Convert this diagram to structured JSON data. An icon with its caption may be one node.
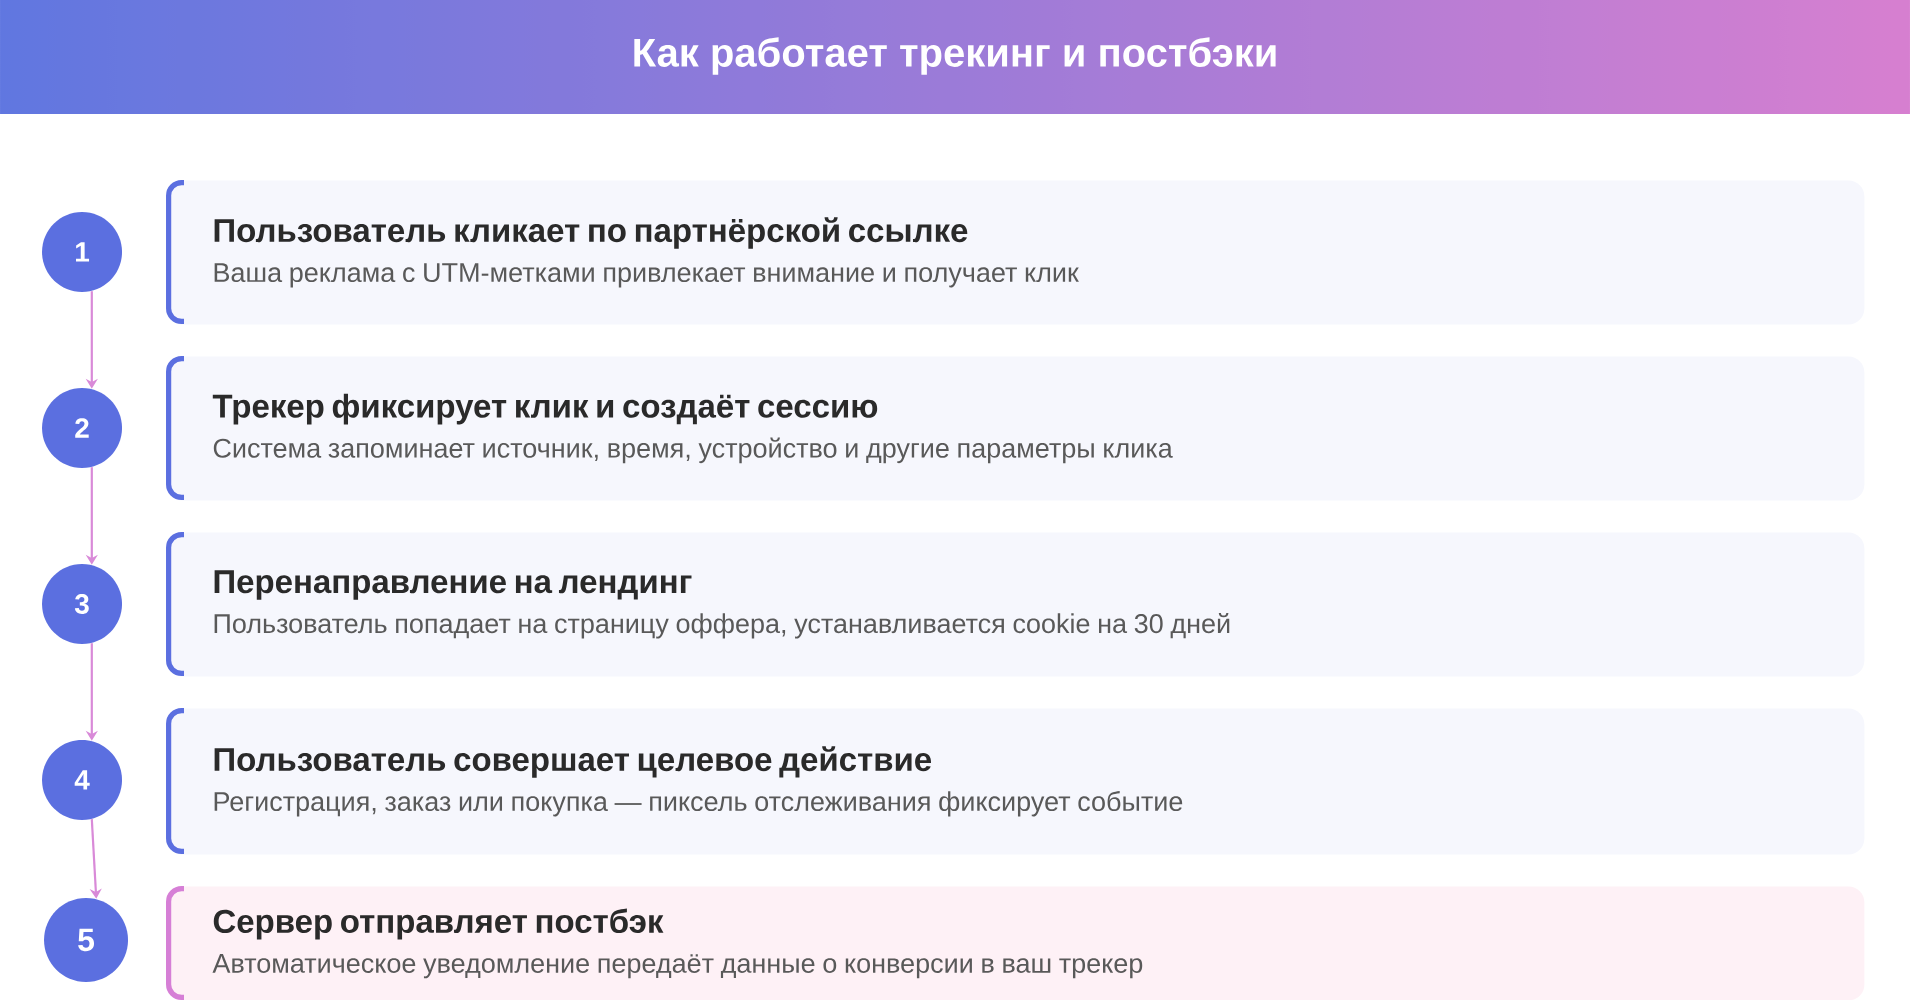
{
  "diagram": {
    "title": "Как работает трекинг и постбэки",
    "nodes": [
      {
        "text": [
          "1"
        ]
      },
      {
        "text": [
          "Пользователь кликает по партнёрской ссылке",
          "Ваша реклама с UTM-метками привлекает внимание и получает клик"
        ]
      },
      {
        "text": [
          "2"
        ]
      },
      {
        "text": [
          "Трекер фиксирует клик и создаёт сессию",
          "Система запоминает источник, время, устройство и другие параметры клика"
        ]
      },
      {
        "text": [
          "3"
        ]
      },
      {
        "text": [
          "Перенаправление на лендинг",
          "Пользователь попадает на страницу оффера, устанавливается cookie на 30 дней"
        ]
      },
      {
        "text": [
          "4"
        ]
      },
      {
        "text": [
          "Пользователь совершает целевое действие",
          "Регистрация, заказ или покупка — пиксель отслеживания фиксирует событие"
        ]
      },
      {
        "text": [
          "5"
        ]
      },
      {
        "text": [
          "Сервер отправляет постбэк",
          "Автоматическое уведомление передаёт данные о конверсии в ваш трекер"
        ]
      }
    ],
    "edges": [
      {
        "from": 0,
        "to": 2,
        "arrow": "to"
      },
      {
        "from": 2,
        "to": 4,
        "arrow": "to"
      },
      {
        "from": 4,
        "to": 6,
        "arrow": "to"
      },
      {
        "from": 6,
        "to": 8,
        "arrow": "to"
      }
    ]
  }
}
